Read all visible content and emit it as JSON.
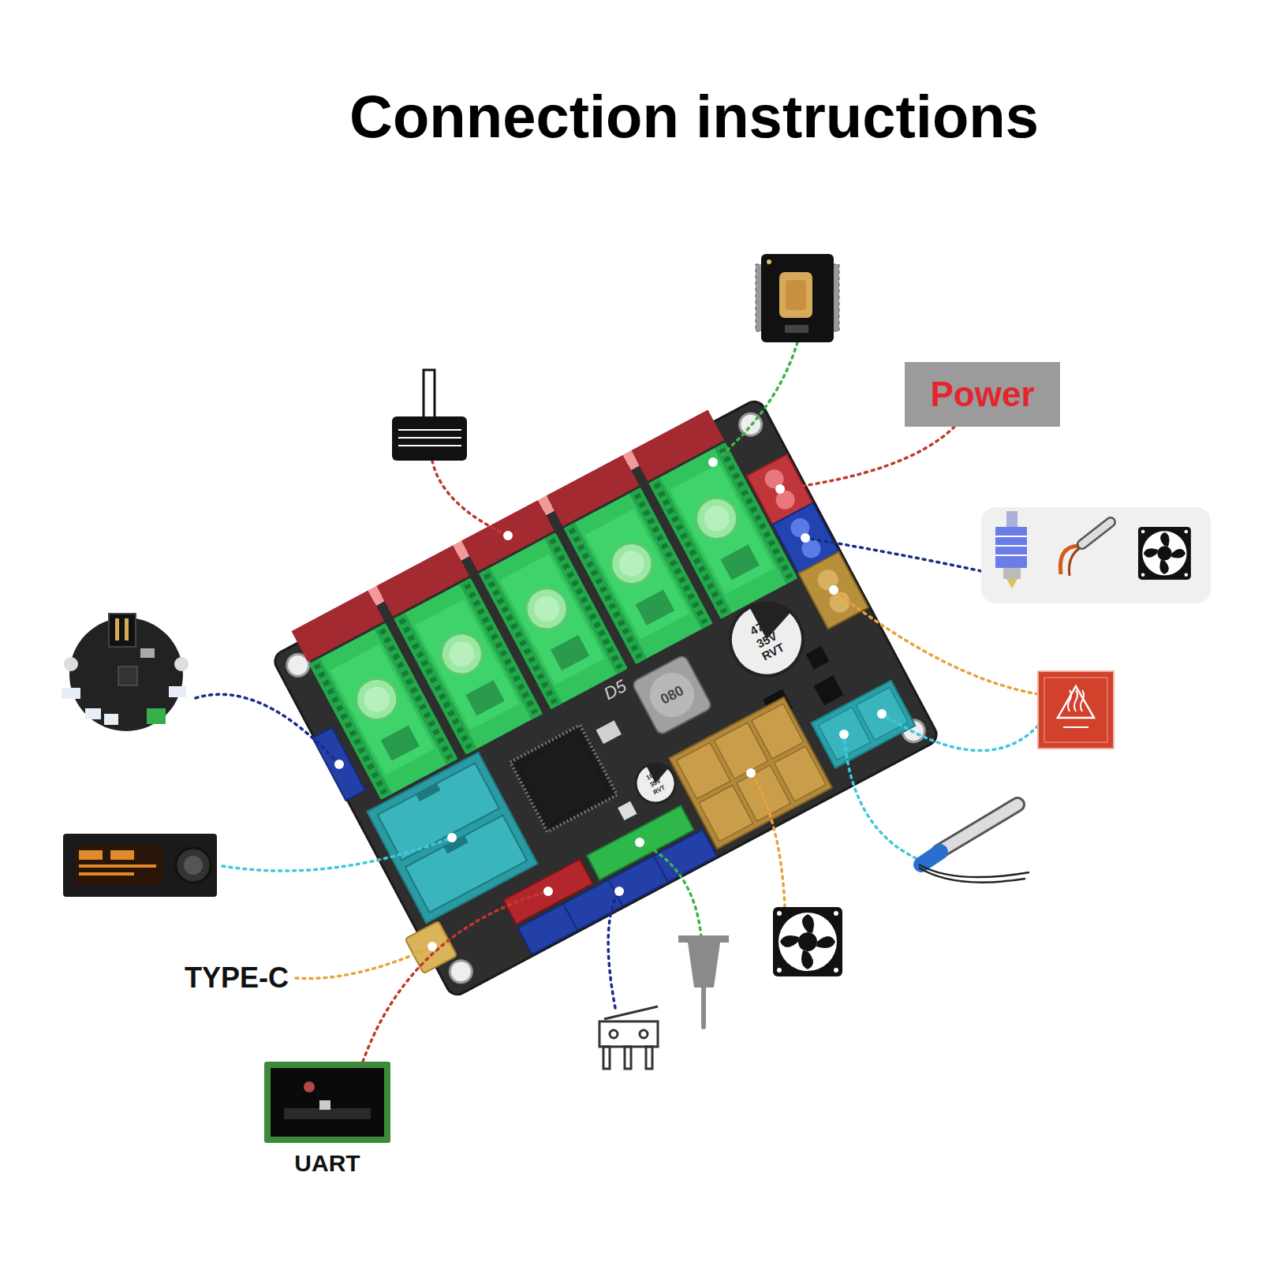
{
  "diagram": {
    "title": "Connection instructions",
    "nodes": [
      {
        "text": [
          "Power"
        ]
      },
      {
        "text": [
          "UART"
        ]
      }
    ],
    "labels": [
      "TYPE-C",
      "D5",
      "080",
      "470",
      "35V",
      "RVT",
      "100",
      "35V",
      "RVT"
    ]
  }
}
